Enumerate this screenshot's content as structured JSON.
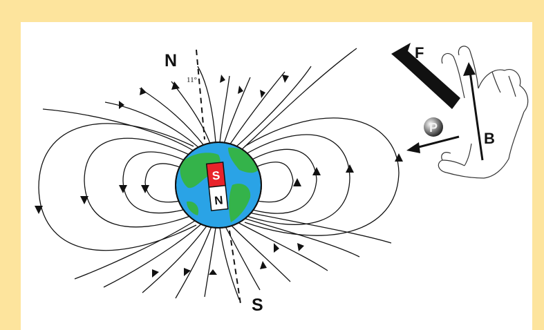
{
  "labels": {
    "north_pole": "N",
    "south_pole": "S",
    "angle": "11°",
    "magnet_top": "S",
    "magnet_bottom": "N",
    "force": "F",
    "particle": "P",
    "field": "B"
  },
  "colors": {
    "frame": "#fde49d",
    "ocean": "#2aa3e6",
    "land": "#34b34a",
    "magnet_red": "#e8232a",
    "magnet_white": "#ffffff",
    "line": "#111111"
  },
  "icons": [
    "earth-globe",
    "bar-magnet",
    "right-hand",
    "particle-sphere",
    "arrow"
  ]
}
